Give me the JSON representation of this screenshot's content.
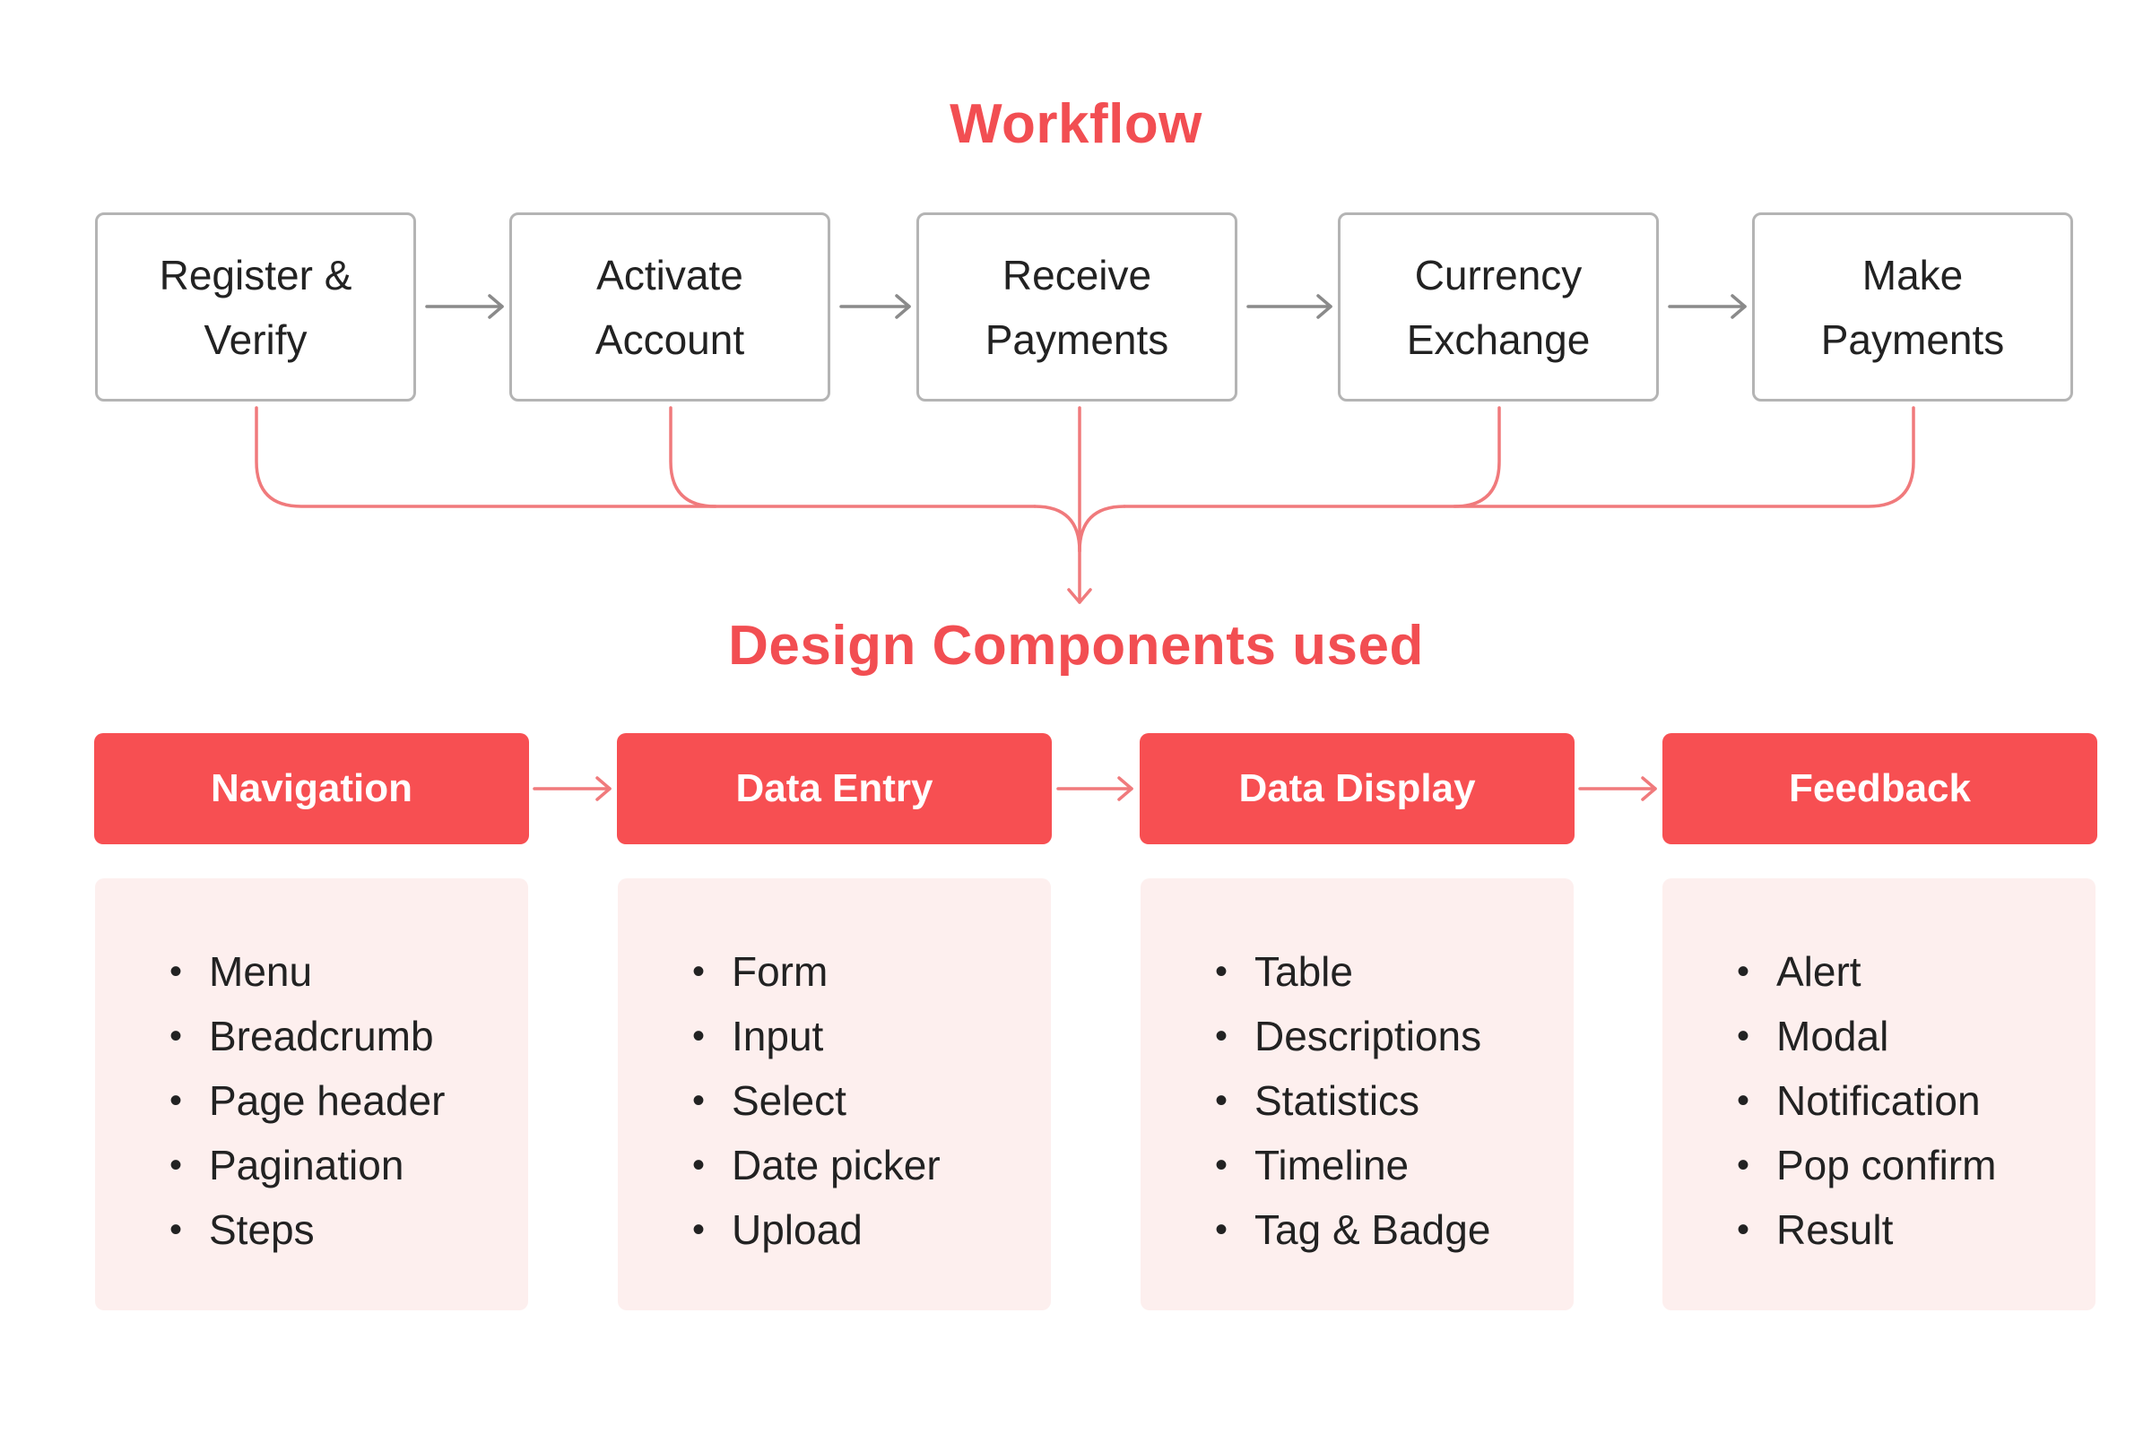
{
  "workflow": {
    "title": "Workflow",
    "steps": [
      {
        "line1": "Register &",
        "line2": "Verify"
      },
      {
        "line1": "Activate",
        "line2": "Account"
      },
      {
        "line1": "Receive",
        "line2": "Payments"
      },
      {
        "line1": "Currency",
        "line2": "Exchange"
      },
      {
        "line1": "Make",
        "line2": "Payments"
      }
    ]
  },
  "components": {
    "title": "Design Components used",
    "categories": [
      {
        "name": "Navigation",
        "items": [
          "Menu",
          "Breadcrumb",
          "Page header",
          "Pagination",
          "Steps"
        ]
      },
      {
        "name": "Data Entry",
        "items": [
          "Form",
          "Input",
          "Select",
          "Date picker",
          "Upload"
        ]
      },
      {
        "name": "Data Display",
        "items": [
          "Table",
          "Descriptions",
          "Statistics",
          "Timeline",
          "Tag & Badge"
        ]
      },
      {
        "name": "Feedback",
        "items": [
          "Alert",
          "Modal",
          "Notification",
          "Pop confirm",
          "Result"
        ]
      }
    ]
  },
  "colors": {
    "accent": "#f24e52",
    "header_fill": "#f74f52",
    "panel_fill": "#fdefee",
    "connector": "#f07a7c",
    "box_border": "#b4b4b4",
    "gray_arrow": "#8a8a8a"
  }
}
